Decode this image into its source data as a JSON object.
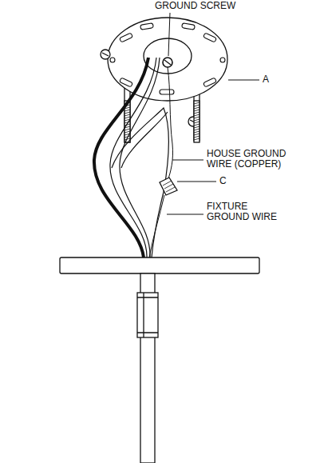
{
  "diagram": {
    "labels": [
      "GROUND SCREW",
      "A",
      "HOUSE GROUND WIRE (COPPER)",
      "C",
      "FIXTURE GROUND WIRE"
    ]
  }
}
